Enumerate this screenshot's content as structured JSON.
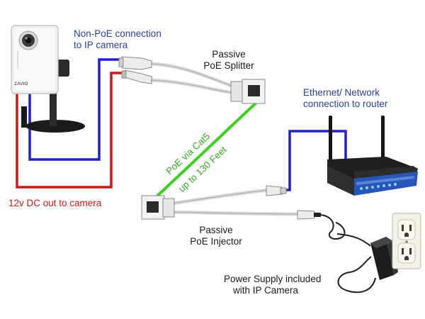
{
  "labels": {
    "camera_conn_line1": "Non-PoE connection",
    "camera_conn_line2": "to IP camera",
    "splitter_line1": "Passive",
    "splitter_line2": "PoE Splitter",
    "router_conn_line1": "Ethernet/ Network",
    "router_conn_line2": "connection to router",
    "cat5_line1": "PoE via Cat5",
    "cat5_line2": "up to 130 Feet",
    "dc_out": "12v DC out to camera",
    "injector_line1": "Passive",
    "injector_line2": "PoE Injector",
    "psu_line1": "Power Supply included",
    "psu_line2": "with IP Camera"
  },
  "devices": {
    "camera_brand": "ZAVIO"
  },
  "colors": {
    "ethernet": "#1f1fd0",
    "dc_power": "#d01818",
    "poe_cat5": "#3ad21d",
    "label_blue": "#2a3f9b",
    "label_red": "#c8181a",
    "label_green": "#2fb01a",
    "router_blue": "#2656b8"
  }
}
